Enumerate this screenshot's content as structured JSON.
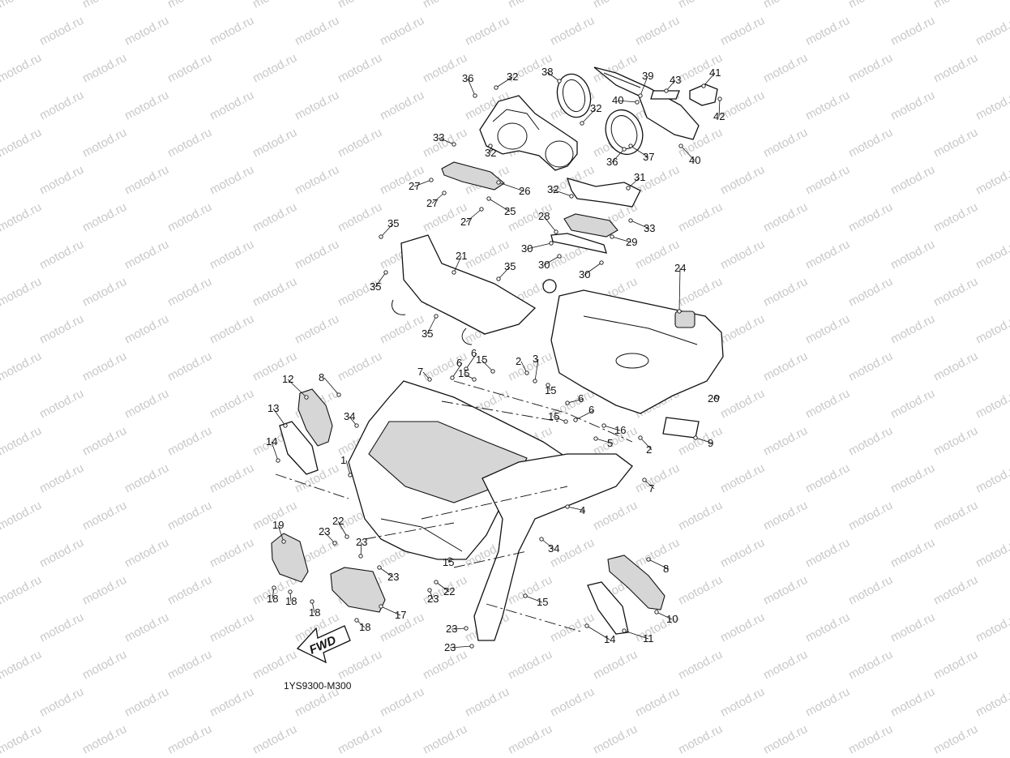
{
  "diagram": {
    "code": "1YS9300-M300",
    "forward_label": "FWD",
    "watermark": "motod.ru",
    "callouts": [
      {
        "id": "c36a",
        "text": "36"
      },
      {
        "id": "c32a",
        "text": "32"
      },
      {
        "id": "c38",
        "text": "38"
      },
      {
        "id": "c39",
        "text": "39"
      },
      {
        "id": "c43",
        "text": "43"
      },
      {
        "id": "c41",
        "text": "41"
      },
      {
        "id": "c42",
        "text": "42"
      },
      {
        "id": "c40a",
        "text": "40"
      },
      {
        "id": "c32b",
        "text": "32"
      },
      {
        "id": "c33a",
        "text": "33"
      },
      {
        "id": "c32c",
        "text": "32"
      },
      {
        "id": "c37",
        "text": "37"
      },
      {
        "id": "c36b",
        "text": "36"
      },
      {
        "id": "c40b",
        "text": "40"
      },
      {
        "id": "c27a",
        "text": "27"
      },
      {
        "id": "c26",
        "text": "26"
      },
      {
        "id": "c27b",
        "text": "27"
      },
      {
        "id": "c25",
        "text": "25"
      },
      {
        "id": "c27c",
        "text": "27"
      },
      {
        "id": "c32d",
        "text": "32"
      },
      {
        "id": "c31",
        "text": "31"
      },
      {
        "id": "c33b",
        "text": "33"
      },
      {
        "id": "c35a",
        "text": "35"
      },
      {
        "id": "c28",
        "text": "28"
      },
      {
        "id": "c29",
        "text": "29"
      },
      {
        "id": "c30a",
        "text": "30"
      },
      {
        "id": "c21",
        "text": "21"
      },
      {
        "id": "c30b",
        "text": "30"
      },
      {
        "id": "c35b",
        "text": "35"
      },
      {
        "id": "c30c",
        "text": "30"
      },
      {
        "id": "c35c",
        "text": "35"
      },
      {
        "id": "c24",
        "text": "24"
      },
      {
        "id": "c35d",
        "text": "35"
      },
      {
        "id": "c6a",
        "text": "6"
      },
      {
        "id": "c15a",
        "text": "15"
      },
      {
        "id": "c2a",
        "text": "2"
      },
      {
        "id": "c3",
        "text": "3"
      },
      {
        "id": "c6b",
        "text": "6"
      },
      {
        "id": "c7a",
        "text": "7"
      },
      {
        "id": "c15b",
        "text": "15"
      },
      {
        "id": "c12",
        "text": "12"
      },
      {
        "id": "c8a",
        "text": "8"
      },
      {
        "id": "c15c",
        "text": "15"
      },
      {
        "id": "c6c",
        "text": "6"
      },
      {
        "id": "c20",
        "text": "20"
      },
      {
        "id": "c6d",
        "text": "6"
      },
      {
        "id": "c13",
        "text": "13"
      },
      {
        "id": "c34a",
        "text": "34"
      },
      {
        "id": "c15d",
        "text": "15"
      },
      {
        "id": "c16",
        "text": "16"
      },
      {
        "id": "c5",
        "text": "5"
      },
      {
        "id": "c9",
        "text": "9"
      },
      {
        "id": "c14a",
        "text": "14"
      },
      {
        "id": "c2b",
        "text": "2"
      },
      {
        "id": "c1",
        "text": "1"
      },
      {
        "id": "c7b",
        "text": "7"
      },
      {
        "id": "c4",
        "text": "4"
      },
      {
        "id": "c22a",
        "text": "22"
      },
      {
        "id": "c19",
        "text": "19"
      },
      {
        "id": "c23a",
        "text": "23"
      },
      {
        "id": "c23b",
        "text": "23"
      },
      {
        "id": "c34b",
        "text": "34"
      },
      {
        "id": "c15e",
        "text": "15"
      },
      {
        "id": "c23c",
        "text": "23"
      },
      {
        "id": "c8b",
        "text": "8"
      },
      {
        "id": "c18a",
        "text": "18"
      },
      {
        "id": "c18b",
        "text": "18"
      },
      {
        "id": "c22b",
        "text": "22"
      },
      {
        "id": "c23d",
        "text": "23"
      },
      {
        "id": "c15f",
        "text": "15"
      },
      {
        "id": "c10",
        "text": "10"
      },
      {
        "id": "c18c",
        "text": "18"
      },
      {
        "id": "c17",
        "text": "17"
      },
      {
        "id": "c18d",
        "text": "18"
      },
      {
        "id": "c23e",
        "text": "23"
      },
      {
        "id": "c14b",
        "text": "14"
      },
      {
        "id": "c11",
        "text": "11"
      },
      {
        "id": "c23f",
        "text": "23"
      }
    ]
  }
}
